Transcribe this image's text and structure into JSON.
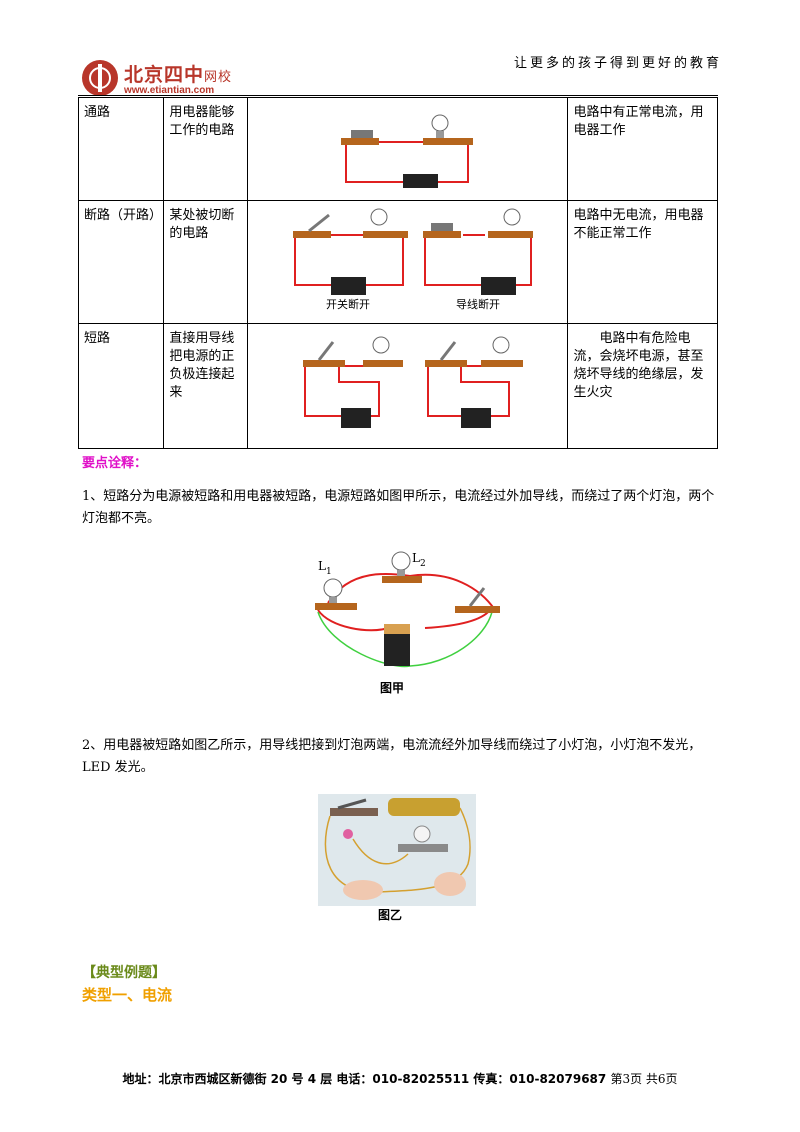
{
  "header": {
    "logo_name": "北京四中",
    "logo_suffix": "网校",
    "logo_url": "www.etiantian.com",
    "slogan": "让更多的孩子得到更好的教育"
  },
  "table": {
    "rows": [
      {
        "state": "通路",
        "def": "用电器能够工作的电路",
        "desc": "电路中有正常电流，用电器工作"
      },
      {
        "state": "断路（开路）",
        "def": "某处被切断的电路",
        "desc": "电路中无电流，用电器不能正常工作",
        "captions": [
          "开关断开",
          "导线断开"
        ]
      },
      {
        "state": "短路",
        "def": "直接用导线把电源的正负极连接起来",
        "desc": "电路中有危险电流，会烧坏电源，甚至烧坏导线的绝缘层，发生火灾"
      }
    ]
  },
  "key_points": {
    "title": "要点诠释：",
    "p1": "1、短路分为电源被短路和用电器被短路，电源短路如图甲所示，电流经过外加导线，而绕过了两个灯泡，两个灯泡都不亮。",
    "fig1": {
      "label_l1": "L",
      "label_l1_sub": "1",
      "label_l2": "L",
      "label_l2_sub": "2",
      "caption": "图甲"
    },
    "p2": "2、用电器被短路如图乙所示，用导线把接到灯泡两端，电流流经外加导线而绕过了小灯泡，小灯泡不发光，LED 发光。",
    "fig2": {
      "caption": "图乙"
    }
  },
  "examples": {
    "title": "【典型例题】",
    "type1": "类型一、电流"
  },
  "footer": {
    "address": "地址：北京市西城区新德街 20 号 4 层  电话：010-82025511  传真：010-82079687",
    "page": "第3页  共6页"
  },
  "colors": {
    "wire": "#e02020",
    "alt_wire": "#40d040",
    "brand": "#b8362a"
  }
}
